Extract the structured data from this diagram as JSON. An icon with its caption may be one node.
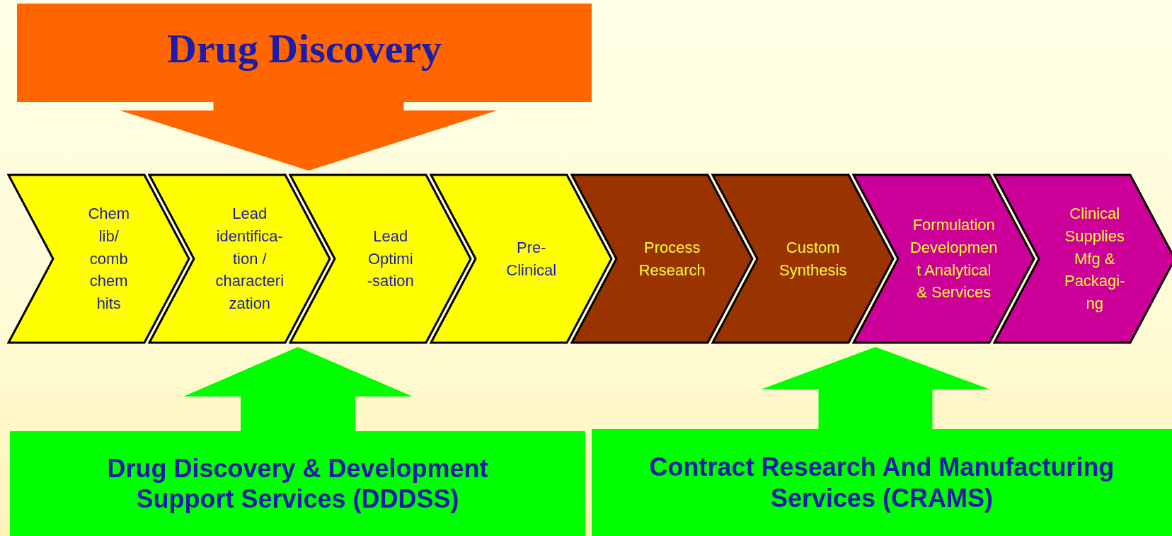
{
  "diagram": {
    "nodes": [
      {
        "text": [
          "Drug Discovery"
        ]
      },
      {
        "text": [
          "Chem lib/ comb chem hits"
        ]
      },
      {
        "text": [
          "Lead identifica- tion / characteri zation"
        ]
      },
      {
        "text": [
          "Lead Optimi -sation"
        ]
      },
      {
        "text": [
          "Pre- Clinical"
        ]
      },
      {
        "text": [
          "Process Research"
        ]
      },
      {
        "text": [
          "Custom Synthesis"
        ]
      },
      {
        "text": [
          "Formulation Developmen t Analytical & Services"
        ]
      },
      {
        "text": [
          "Clinical Supplies Mfg & Packagi- ng"
        ]
      },
      {
        "text": [
          "Drug Discovery & Development Support Services (DDDSS)"
        ]
      },
      {
        "text": [
          "Contract Research And Manufacturing Services (CRAMS)"
        ]
      }
    ],
    "edges": [
      {
        "from": 0,
        "to": 3,
        "arrow": "to",
        "color": "#ff6600"
      },
      {
        "from": 9,
        "to": 3,
        "arrow": "to"
      },
      {
        "from": 10,
        "to": 7,
        "arrow": "to"
      }
    ]
  }
}
